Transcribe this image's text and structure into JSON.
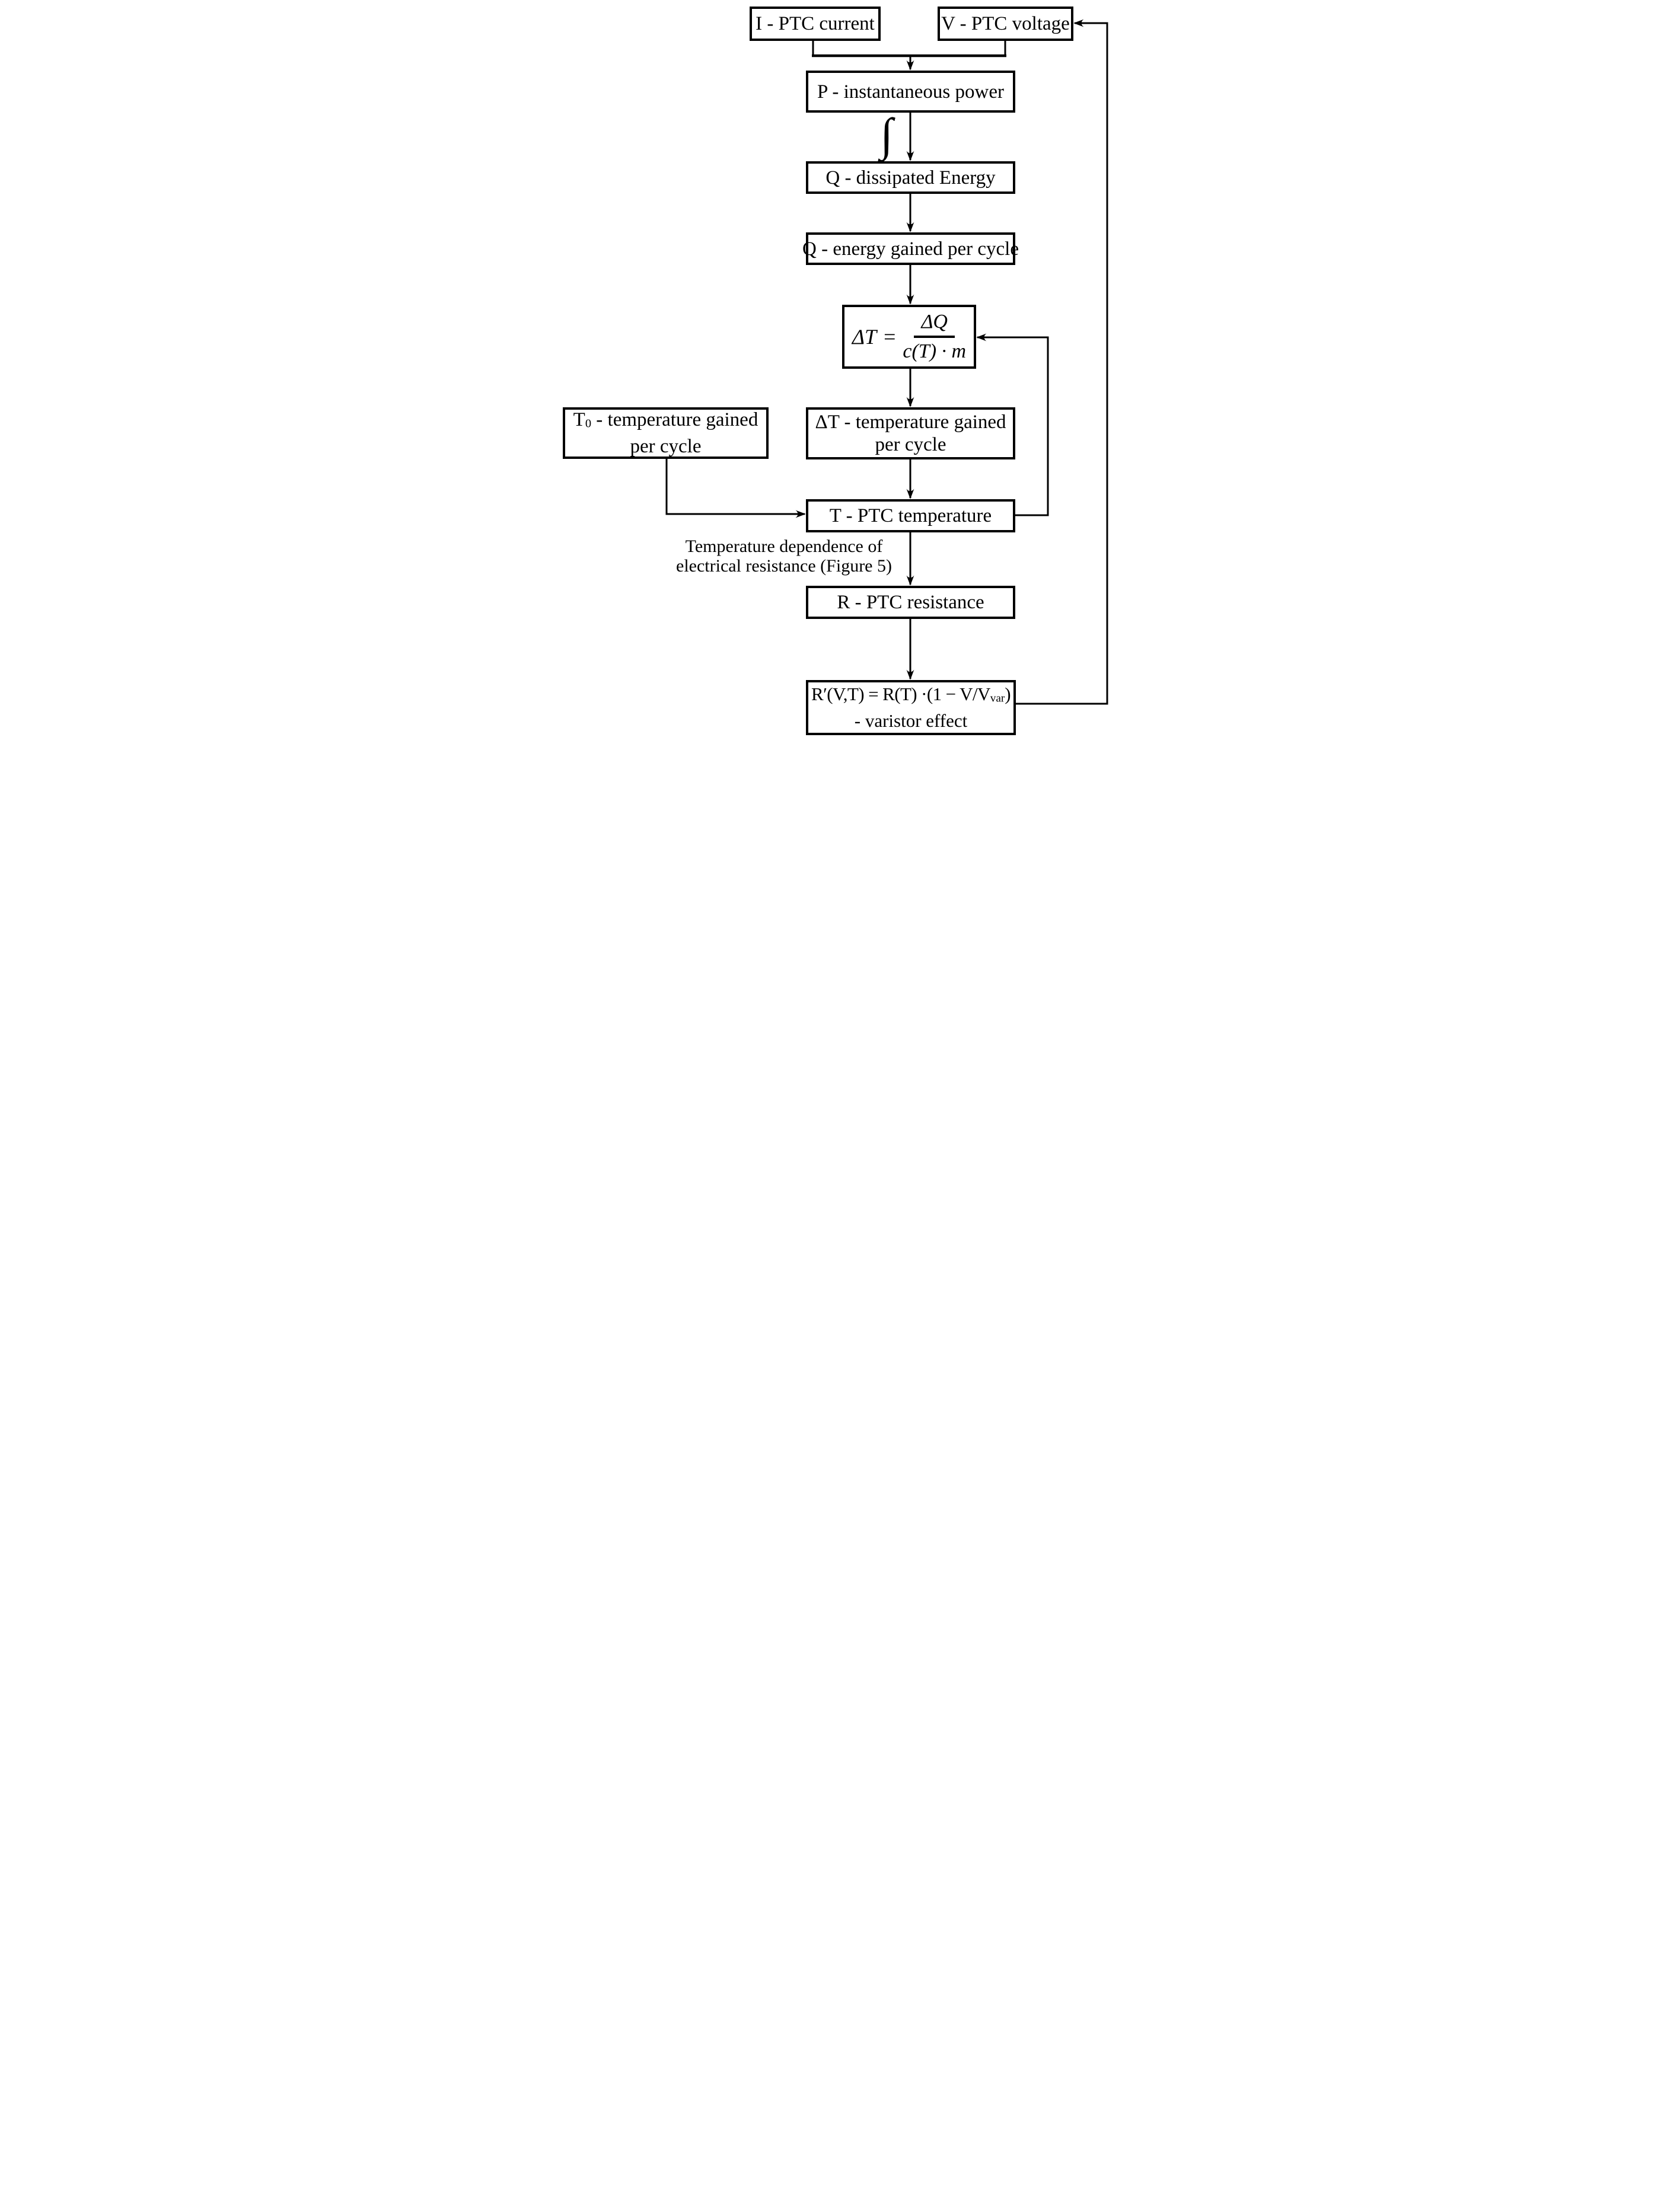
{
  "colors": {
    "ink": "#000000",
    "paper": "#ffffff"
  },
  "boxes": {
    "current": {
      "label": "I - PTC current"
    },
    "voltage": {
      "label": "V - PTC voltage"
    },
    "power": {
      "label": "P - instantaneous power"
    },
    "dissipated_energy": {
      "label": "Q - dissipated Energy"
    },
    "energy_per_cycle": {
      "label": "Q - energy gained per cycle"
    },
    "temperature_initial": {
      "line1_base": "T",
      "line1_sub": "0",
      "line1_rest": " - temperature gained",
      "line2": "per cycle"
    },
    "temperature_gained": {
      "line1": "ΔT - temperature gained",
      "line2": "per cycle"
    },
    "temperature": {
      "label": "T - PTC temperature"
    },
    "resistance": {
      "label": "R - PTC resistance"
    },
    "varistor": {
      "line1_pre": "R′(V,T) = R(T) ·(1 − V/V",
      "line1_sub": "var",
      "line1_post": ")",
      "line2": "- varistor effect"
    }
  },
  "formula": {
    "lhs": "ΔT",
    "equals": "=",
    "numerator": "ΔQ",
    "denominator": "c(T) · m"
  },
  "operators": {
    "integral": "∫"
  },
  "annotations": {
    "resistance_dependence_line1": "Temperature dependence of",
    "resistance_dependence_line2": "electrical resistance (Figure 5)"
  }
}
